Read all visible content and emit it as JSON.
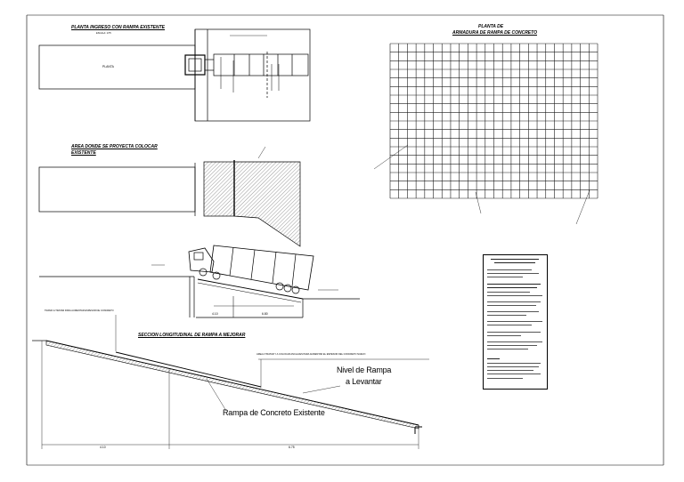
{
  "titles": {
    "plan_ingreso": "PLANTA INGRESO CON RAMPA EXISTENTE",
    "area_proyecta_1": "AREA DONDE SE PROYECTA COLOCAR",
    "area_proyecta_2": "EXISTENTE",
    "armadura_1": "PLANTA DE",
    "armadura_2": "ARMADURA DE RAMPA DE CONCRETO",
    "seccion": "SECCION LONGITUDINAL DE RAMPA A MEJORAR"
  },
  "labels": {
    "planta": "PLANTA",
    "nivel_rampa_1": "Nivel de Rampa",
    "nivel_rampa_2": "a Levantar",
    "rampa_existente": "Rampa de Concreto Existente",
    "dim_left": "4.10",
    "dim_right": "6.75",
    "dim_a": "4.10",
    "dim_b": "6.80",
    "note_left": "TRAMO A TRATAR PARA AUMENTAR ESPESOR DE CONCRETO",
    "note_right": "AREA A TRATAR Y A COLOCAR ANCLAJES PARA AUMENTAR EL ESPESOR DEL CONCRETO NUEVO"
  },
  "colors": {
    "line": "#000000",
    "hatch": "#555555",
    "grid": "#1a1a1a",
    "paper": "#ffffff"
  }
}
